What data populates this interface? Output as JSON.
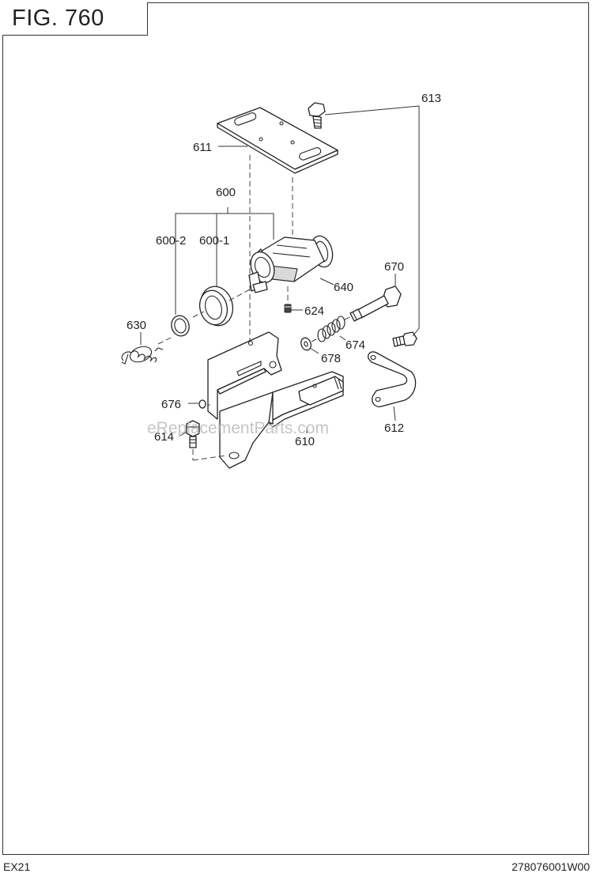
{
  "figure": {
    "title": "FIG. 760"
  },
  "footer": {
    "model": "EX21",
    "code": "278076001W00"
  },
  "watermark": "eReplacementParts.com",
  "parts": {
    "p600": "600",
    "p600_2": "600-2",
    "p600_1": "600-1",
    "p610": "610",
    "p611": "611",
    "p612": "612",
    "p613": "613",
    "p614": "614",
    "p624": "624",
    "p630": "630",
    "p640": "640",
    "p670": "670",
    "p674": "674",
    "p676": "676",
    "p678": "678"
  }
}
